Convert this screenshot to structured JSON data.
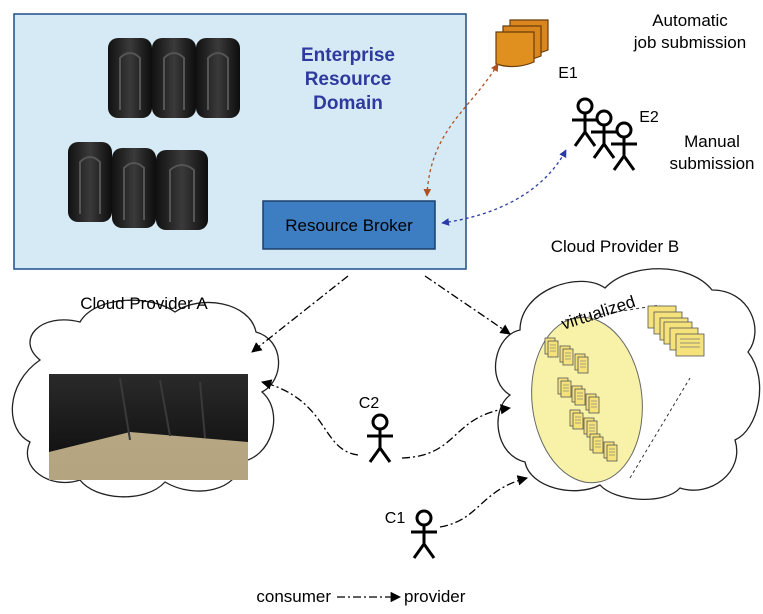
{
  "enterprise": {
    "title_lines": [
      "Enterprise",
      "Resource",
      "Domain"
    ],
    "broker_label": "Resource Broker"
  },
  "submitters": {
    "e1_label": "E1",
    "e1_caption": [
      "Automatic",
      "job submission"
    ],
    "e2_label": "E2",
    "e2_caption": [
      "Manual",
      "submission"
    ]
  },
  "clouds": {
    "a_label": "Cloud Provider A",
    "b_label": "Cloud Provider B",
    "virtualized_label": "virtualized"
  },
  "consumers": {
    "c1_label": "C1",
    "c2_label": "C2"
  },
  "legend": {
    "consumer": "consumer",
    "provider": "provider"
  },
  "colors": {
    "domain_fill": "#d6eaf6",
    "broker_fill": "#3d7ec2",
    "title_color": "#2f3a9e",
    "oval_fill": "#f7f2a8",
    "server_fill": "#f5e27a",
    "e1_arrow": "#b0501e",
    "e2_arrow": "#2a3aa8"
  }
}
